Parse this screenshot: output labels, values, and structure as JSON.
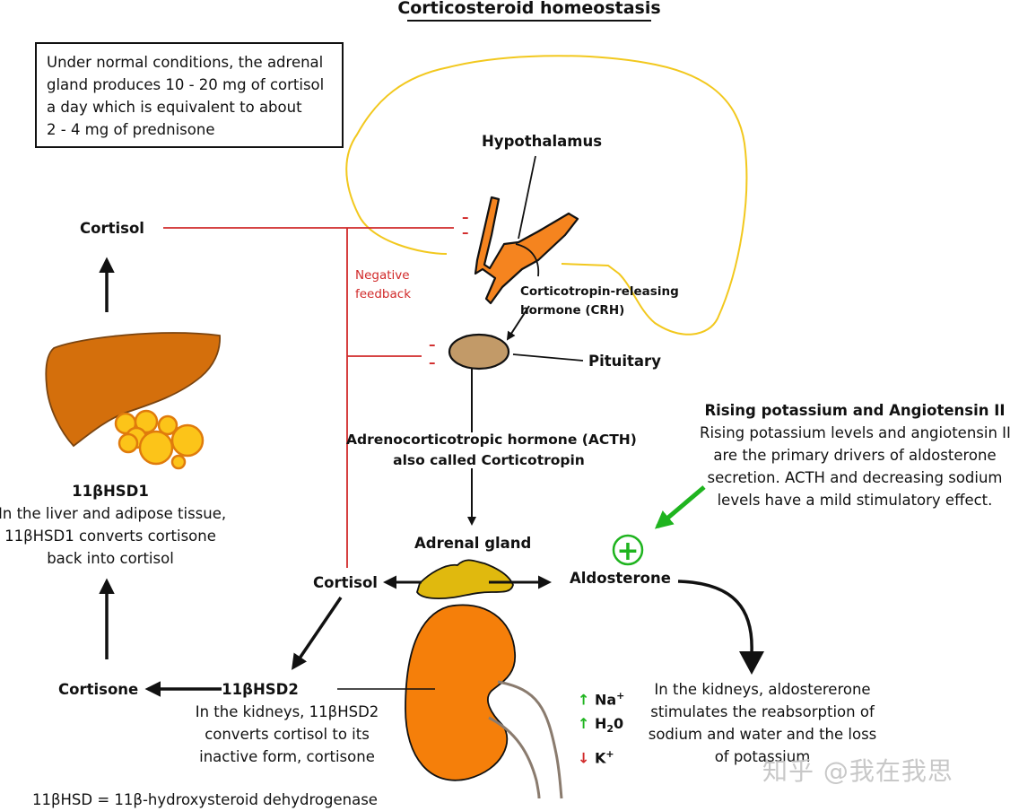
{
  "title": "Corticosteroid homeostasis",
  "info_box": {
    "lines": [
      "Under normal conditions, the adrenal",
      "gland produces 10 - 20 mg of cortisol",
      "a day which is equivalent to about",
      "2 - 4 mg of prednisone"
    ]
  },
  "labels": {
    "cortisol_top": "Cortisol",
    "hypothalamus": "Hypothalamus",
    "negative_feedback": [
      "Negative",
      "feedback"
    ],
    "crh": [
      "Corticotropin-releasing",
      "hormone (CRH)"
    ],
    "pituitary": "Pituitary",
    "acth": [
      "Adrenocorticotropic hormone (ACTH)",
      "also called Corticotropin"
    ],
    "adrenal_gland": "Adrenal gland",
    "cortisol_mid": "Cortisol",
    "aldosterone": "Aldosterone",
    "cortisone": "Cortisone",
    "hsd1_title": "11βHSD1",
    "hsd1_text": [
      "In the liver and adipose tissue,",
      "11βHSD1 converts cortisone",
      "back into cortisol"
    ],
    "hsd2_title": "11βHSD2",
    "hsd2_text": [
      "In the kidneys, 11βHSD2",
      "converts cortisol to its",
      "inactive form, cortisone"
    ],
    "rising_title": "Rising potassium and Angiotensin II",
    "rising_text": [
      "Rising potassium levels and angiotensin II",
      "are the primary drivers of aldosterone",
      "secretion. ACTH and decreasing sodium",
      "levels have a mild stimulatory effect."
    ],
    "kidney_text": [
      "In the kidneys, aldostererone",
      "stimulates the reabsorption of",
      "sodium and water and the loss",
      "of potassium"
    ],
    "footnote": "11βHSD = 11β-hydroxysteroid dehydrogenase",
    "watermark": "知乎 @我在我思"
  },
  "electrolytes": [
    {
      "direction": "↑",
      "symbol": "Na",
      "suffix": "+",
      "sub": ""
    },
    {
      "direction": "↑",
      "symbol": "H",
      "suffix": "0",
      "sub": "2"
    },
    {
      "direction": "↓",
      "symbol": "K",
      "suffix": "+",
      "sub": ""
    }
  ],
  "inhibit_marks": [
    "–",
    "–",
    "–",
    "–"
  ],
  "plus_symbol": "+",
  "colors": {
    "feedback_red": "#d12a2a",
    "feedback_loop_yellow": "#f2c81e",
    "hypothalamus_orange": "#f5841f",
    "pituitary_tan": "#c29a68",
    "liver_brown": "#d46f0c",
    "adipose_yellow": "#fcc419",
    "adrenal_yellow": "#e0b90e",
    "kidney_orange": "#f57f0a",
    "stimulate_green": "#1fb41f"
  }
}
